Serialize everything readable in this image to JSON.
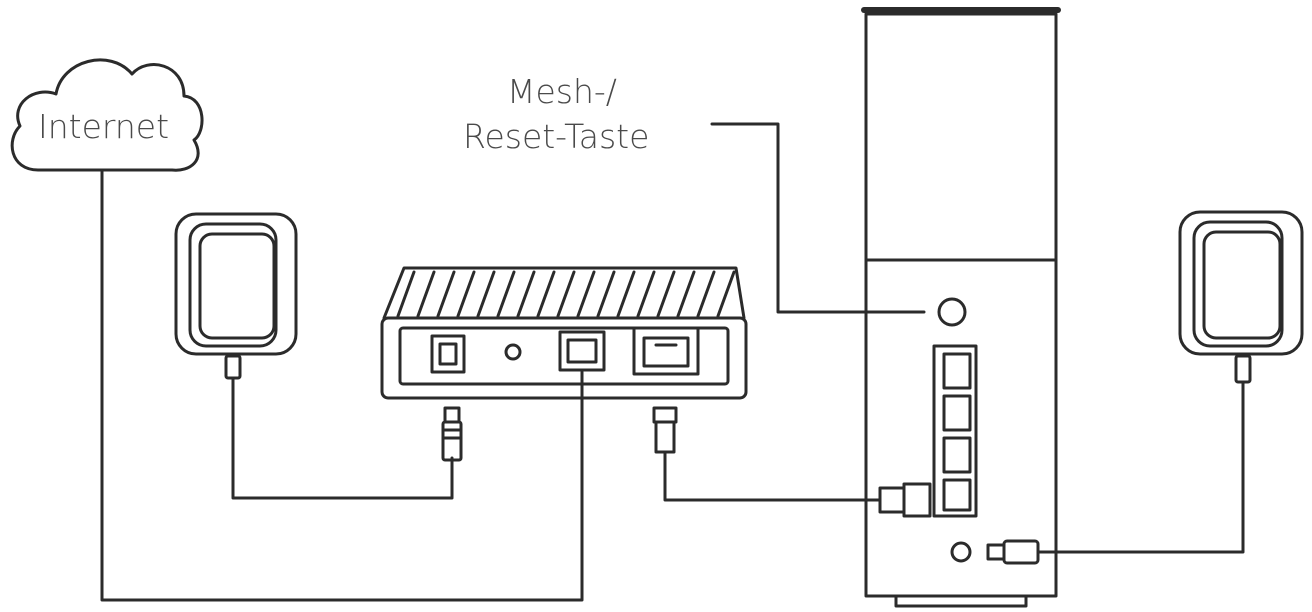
{
  "labels": {
    "internet": "Internet",
    "mesh_reset_line1": "Mesh-/",
    "mesh_reset_line2": "Reset-Taste"
  },
  "colors": {
    "stroke": "#2b2b2b",
    "text": "#4a4a4a",
    "background": "#ffffff"
  }
}
